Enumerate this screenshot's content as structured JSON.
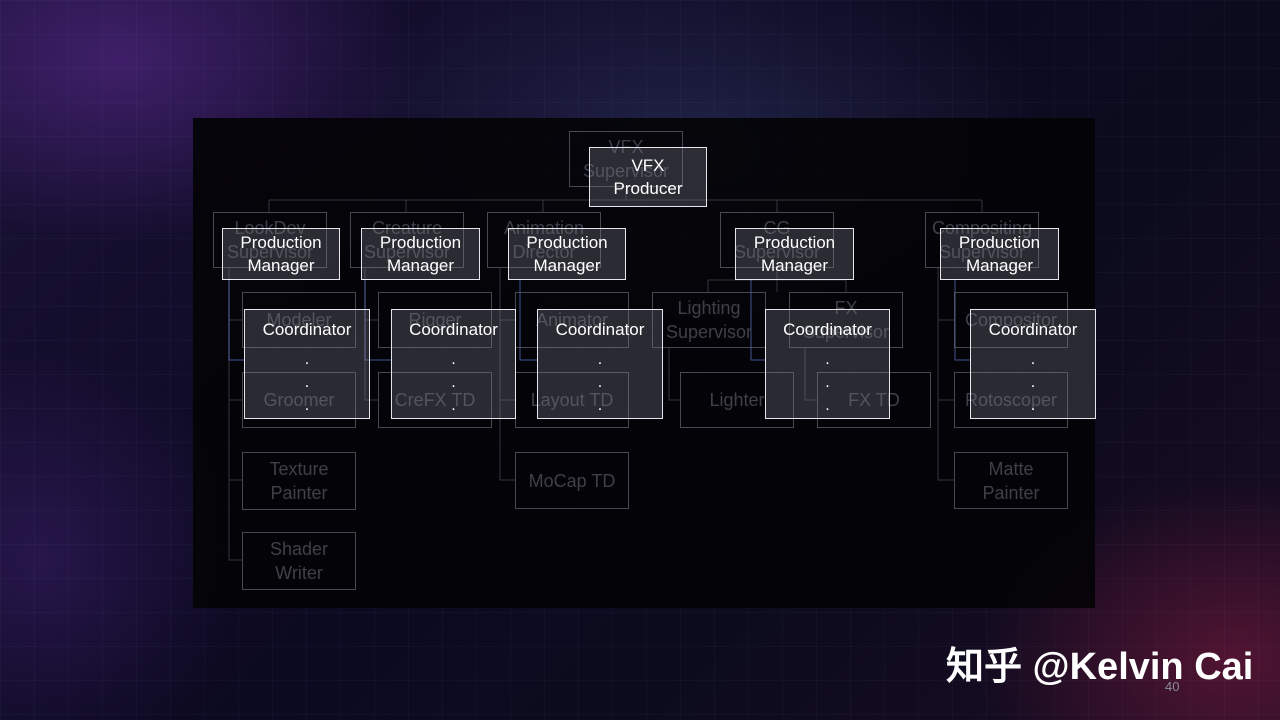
{
  "slide": {
    "page_number": "40",
    "watermark": "知乎 @Kelvin Cai"
  },
  "background_boxes": {
    "vfx_supervisor": "VFX\nSupervisor",
    "lookdev_supervisor": "LookDev\nSupervisor",
    "creature_supervisor": "Creature\nSupervisor",
    "animation_director": "Animation\nDirector",
    "cg_supervisor": "CG\nSupervisor",
    "compositing_supervisor": "Compositing\nSupervisor",
    "modeler": "Modeler",
    "groomer": "Groomer",
    "texture_painter": "Texture\nPainter",
    "shader_writer": "Shader\nWriter",
    "rigger": "Rigger",
    "crefx_td": "CreFX TD",
    "animator": "Animator",
    "layout_td": "Layout TD",
    "mocap_td": "MoCap TD",
    "lighting_supervisor": "Lighting\nSupervisor",
    "fx_supervisor": "FX\nSupervisor",
    "lighter": "Lighter",
    "fx_td": "FX TD",
    "compositor": "Compositor",
    "rotoscoper": "Rotoscoper",
    "matte_painter": "Matte\nPainter"
  },
  "overlay_boxes": {
    "vfx_producer": "VFX\nProducer",
    "production_manager": "Production\nManager",
    "coordinator": "Coordinator",
    "coordinator_dots": ".\n.\n."
  },
  "colors": {
    "overlay_border": "#e6e6ee",
    "dim_border": "#5f5f69",
    "dim_text": "#3f4049",
    "stage_bg": "#030306"
  }
}
